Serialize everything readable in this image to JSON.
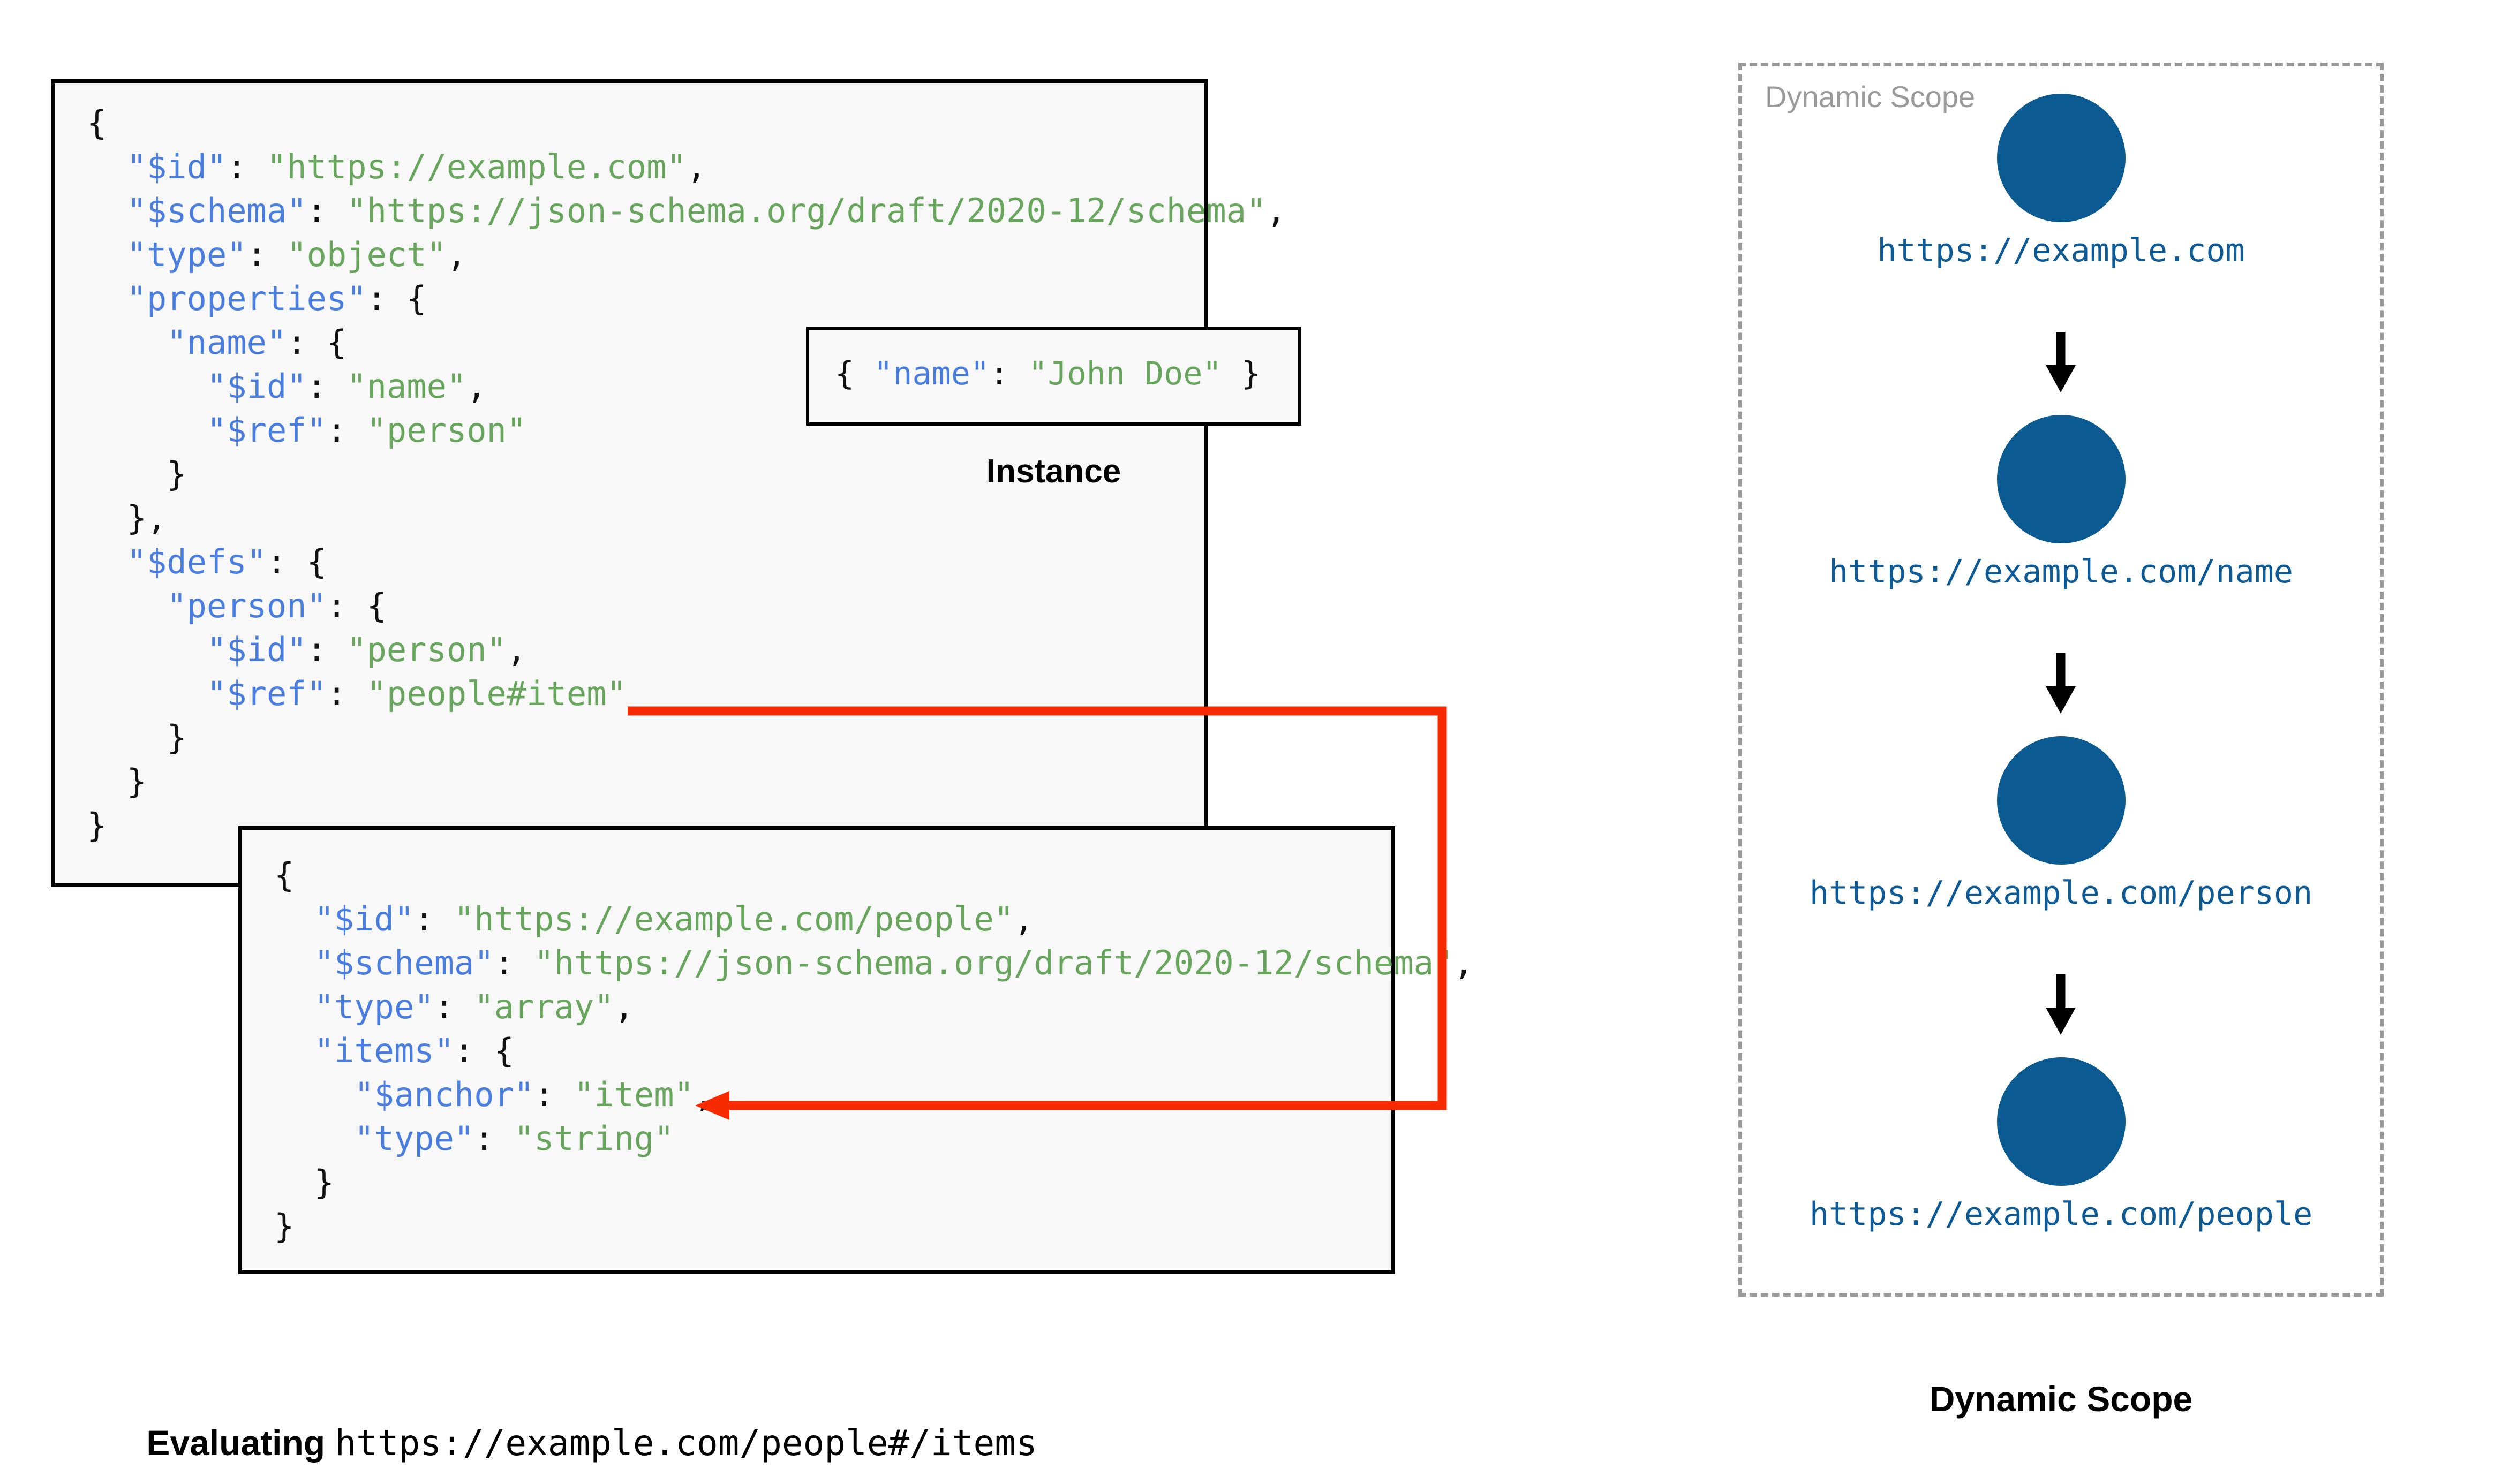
{
  "colors": {
    "json_key": "#4a7de0",
    "json_string": "#68a55d",
    "punctuation": "#111111",
    "box_border": "#000000",
    "box_fill": "#f8f8f8",
    "ref_arrow": "#f82a00",
    "scope_circle": "#0b5a92",
    "scope_label": "#0d5a97",
    "scope_border": "#9a9a9a",
    "scope_inline_label": "#9a9a9a"
  },
  "main_schema": {
    "name": "root-schema",
    "lines": [
      {
        "indent": 0,
        "tokens": [
          {
            "t": "{",
            "c": "p"
          }
        ]
      },
      {
        "indent": 1,
        "tokens": [
          {
            "t": "\"$id\"",
            "c": "k"
          },
          {
            "t": ": ",
            "c": "p"
          },
          {
            "t": "\"https://example.com\"",
            "c": "s"
          },
          {
            "t": ",",
            "c": "p"
          }
        ]
      },
      {
        "indent": 1,
        "tokens": [
          {
            "t": "\"$schema\"",
            "c": "k"
          },
          {
            "t": ": ",
            "c": "p"
          },
          {
            "t": "\"https://json-schema.org/draft/2020-12/schema\"",
            "c": "s"
          },
          {
            "t": ",",
            "c": "p"
          }
        ]
      },
      {
        "indent": 1,
        "tokens": [
          {
            "t": "\"type\"",
            "c": "k"
          },
          {
            "t": ": ",
            "c": "p"
          },
          {
            "t": "\"object\"",
            "c": "s"
          },
          {
            "t": ",",
            "c": "p"
          }
        ]
      },
      {
        "indent": 1,
        "tokens": [
          {
            "t": "\"properties\"",
            "c": "k"
          },
          {
            "t": ": {",
            "c": "p"
          }
        ]
      },
      {
        "indent": 2,
        "tokens": [
          {
            "t": "\"name\"",
            "c": "k"
          },
          {
            "t": ": {",
            "c": "p"
          }
        ]
      },
      {
        "indent": 3,
        "tokens": [
          {
            "t": "\"$id\"",
            "c": "k"
          },
          {
            "t": ": ",
            "c": "p"
          },
          {
            "t": "\"name\"",
            "c": "s"
          },
          {
            "t": ",",
            "c": "p"
          }
        ]
      },
      {
        "indent": 3,
        "tokens": [
          {
            "t": "\"$ref\"",
            "c": "k"
          },
          {
            "t": ": ",
            "c": "p"
          },
          {
            "t": "\"person\"",
            "c": "s"
          }
        ]
      },
      {
        "indent": 2,
        "tokens": [
          {
            "t": "}",
            "c": "p"
          }
        ]
      },
      {
        "indent": 1,
        "tokens": [
          {
            "t": "},",
            "c": "p"
          }
        ]
      },
      {
        "indent": 1,
        "tokens": [
          {
            "t": "\"$defs\"",
            "c": "k"
          },
          {
            "t": ": {",
            "c": "p"
          }
        ]
      },
      {
        "indent": 2,
        "tokens": [
          {
            "t": "\"person\"",
            "c": "k"
          },
          {
            "t": ": {",
            "c": "p"
          }
        ]
      },
      {
        "indent": 3,
        "tokens": [
          {
            "t": "\"$id\"",
            "c": "k"
          },
          {
            "t": ": ",
            "c": "p"
          },
          {
            "t": "\"person\"",
            "c": "s"
          },
          {
            "t": ",",
            "c": "p"
          }
        ]
      },
      {
        "indent": 3,
        "tokens": [
          {
            "t": "\"$ref\"",
            "c": "k"
          },
          {
            "t": ": ",
            "c": "p"
          },
          {
            "t": "\"people#item\"",
            "c": "s"
          }
        ]
      },
      {
        "indent": 2,
        "tokens": [
          {
            "t": "}",
            "c": "p"
          }
        ]
      },
      {
        "indent": 1,
        "tokens": [
          {
            "t": "}",
            "c": "p"
          }
        ]
      },
      {
        "indent": 0,
        "tokens": [
          {
            "t": "}",
            "c": "p"
          }
        ]
      }
    ]
  },
  "instance": {
    "caption": "Instance",
    "lines": [
      {
        "indent": 0,
        "tokens": [
          {
            "t": "{ ",
            "c": "p"
          },
          {
            "t": "\"name\"",
            "c": "k"
          },
          {
            "t": ": ",
            "c": "p"
          },
          {
            "t": "\"John Doe\"",
            "c": "s"
          },
          {
            "t": " }",
            "c": "p"
          }
        ]
      }
    ]
  },
  "people_schema": {
    "name": "people-schema",
    "lines": [
      {
        "indent": 0,
        "tokens": [
          {
            "t": "{",
            "c": "p"
          }
        ]
      },
      {
        "indent": 1,
        "tokens": [
          {
            "t": "\"$id\"",
            "c": "k"
          },
          {
            "t": ": ",
            "c": "p"
          },
          {
            "t": "\"https://example.com/people\"",
            "c": "s"
          },
          {
            "t": ",",
            "c": "p"
          }
        ]
      },
      {
        "indent": 1,
        "tokens": [
          {
            "t": "\"$schema\"",
            "c": "k"
          },
          {
            "t": ": ",
            "c": "p"
          },
          {
            "t": "\"https://json-schema.org/draft/2020-12/schema\"",
            "c": "s"
          },
          {
            "t": ",",
            "c": "p"
          }
        ]
      },
      {
        "indent": 1,
        "tokens": [
          {
            "t": "\"type\"",
            "c": "k"
          },
          {
            "t": ": ",
            "c": "p"
          },
          {
            "t": "\"array\"",
            "c": "s"
          },
          {
            "t": ",",
            "c": "p"
          }
        ]
      },
      {
        "indent": 1,
        "tokens": [
          {
            "t": "\"items\"",
            "c": "k"
          },
          {
            "t": ": {",
            "c": "p"
          }
        ]
      },
      {
        "indent": 2,
        "tokens": [
          {
            "t": "\"$anchor\"",
            "c": "k"
          },
          {
            "t": ": ",
            "c": "p"
          },
          {
            "t": "\"item\"",
            "c": "s"
          },
          {
            "t": ",",
            "c": "p"
          }
        ]
      },
      {
        "indent": 2,
        "tokens": [
          {
            "t": "\"type\"",
            "c": "k"
          },
          {
            "t": ": ",
            "c": "p"
          },
          {
            "t": "\"string\"",
            "c": "s"
          }
        ]
      },
      {
        "indent": 1,
        "tokens": [
          {
            "t": "}",
            "c": "p"
          }
        ]
      },
      {
        "indent": 0,
        "tokens": [
          {
            "t": "}",
            "c": "p"
          }
        ]
      }
    ]
  },
  "ref_arrow": {
    "from_label": "\"people#item\"",
    "to_label": "\"$anchor\": \"item\""
  },
  "dynamic_scope": {
    "inline_label": "Dynamic Scope",
    "caption": "Dynamic Scope",
    "nodes": [
      {
        "label": "https://example.com"
      },
      {
        "label": "https://example.com/name"
      },
      {
        "label": "https://example.com/person"
      },
      {
        "label": "https://example.com/people"
      }
    ]
  },
  "evaluating_caption": {
    "lead": "Evaluating ",
    "uri": "https://example.com/people#/items"
  }
}
